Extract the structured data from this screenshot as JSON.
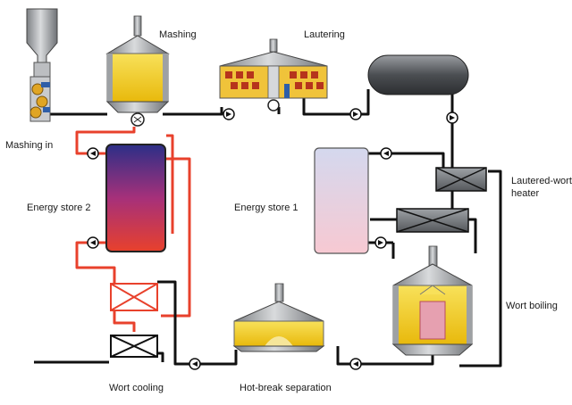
{
  "labels": {
    "mashing": "Mashing",
    "lautering": "Lautering",
    "mashing_in": "Mashing in",
    "energy_store_2": "Energy store 2",
    "energy_store_1": "Energy store 1",
    "lautered_wort_heater_line1": "Lautered-wort",
    "lautered_wort_heater_line2": "heater",
    "wort_boiling": "Wort boiling",
    "wort_cooling": "Wort cooling",
    "hot_break_separation": "Hot-break separation"
  },
  "colors": {
    "black_pipe": "#111111",
    "red_pipe": "#e8412c",
    "wort": "#f3d21a",
    "steel": "#a7aaad",
    "energy_store_2_top": "#2c2f87",
    "energy_store_2_bottom": "#e8412c",
    "energy_store_1_top": "#d4d8ee",
    "energy_store_1_bottom": "#f7c9d2"
  }
}
